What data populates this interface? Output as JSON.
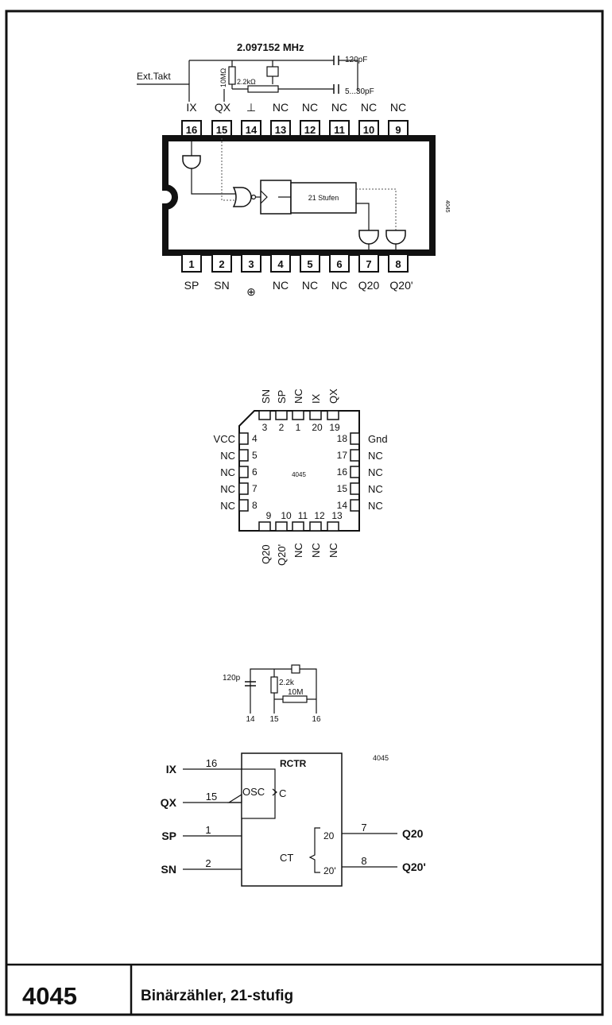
{
  "dip": {
    "crystal_freq": "2.097152 MHz",
    "ext_clock": "Ext.Takt",
    "cap_120": "120pF",
    "trimmer": "5...30pF",
    "res_10M": "10MΩ",
    "res_22k": "2.2kΩ",
    "chip_id": "4045",
    "stages": "21 Stufen",
    "top_pin_nums": [
      "16",
      "15",
      "14",
      "13",
      "12",
      "11",
      "10",
      "9"
    ],
    "top_pin_names": [
      "IX",
      "QX",
      "⊥",
      "NC",
      "NC",
      "NC",
      "NC",
      "NC"
    ],
    "bottom_pin_nums": [
      "1",
      "2",
      "3",
      "4",
      "5",
      "6",
      "7",
      "8"
    ],
    "bottom_pin_names": [
      "SP",
      "SN",
      "⊕",
      "NC",
      "NC",
      "NC",
      "Q20",
      "Q20'"
    ]
  },
  "plcc": {
    "chip_id": "4045",
    "top_names": [
      "SN",
      "SP",
      "NC",
      "IX",
      "QX"
    ],
    "top_nums": [
      "3",
      "2",
      "1",
      "20",
      "19"
    ],
    "left_names": [
      "VCC",
      "NC",
      "NC",
      "NC",
      "NC"
    ],
    "left_nums": [
      "4",
      "5",
      "6",
      "7",
      "8"
    ],
    "right_nums": [
      "18",
      "17",
      "16",
      "15",
      "14"
    ],
    "right_names": [
      "Gnd",
      "NC",
      "NC",
      "NC",
      "NC"
    ],
    "bottom_nums": [
      "9",
      "10",
      "11",
      "12",
      "13"
    ],
    "bottom_names": [
      "Q20",
      "Q20'",
      "NC",
      "NC",
      "NC"
    ]
  },
  "osc_circuit": {
    "cap": "120p",
    "res_22k": "2.2k",
    "res_10M": "10M",
    "pins": [
      "14",
      "15",
      "16"
    ]
  },
  "logic": {
    "chip_id": "4045",
    "title": "RCTR",
    "osc": "OSC",
    "clock": "C",
    "ct": "CT",
    "out_20": "20",
    "out_20p": "20'",
    "inputs": [
      {
        "name": "IX",
        "pin": "16"
      },
      {
        "name": "QX",
        "pin": "15"
      },
      {
        "name": "SP",
        "pin": "1"
      },
      {
        "name": "SN",
        "pin": "2"
      }
    ],
    "outputs": [
      {
        "name": "Q20",
        "pin": "7"
      },
      {
        "name": "Q20'",
        "pin": "8"
      }
    ]
  },
  "footer": {
    "number": "4045",
    "title": "Binärzähler, 21-stufig"
  }
}
